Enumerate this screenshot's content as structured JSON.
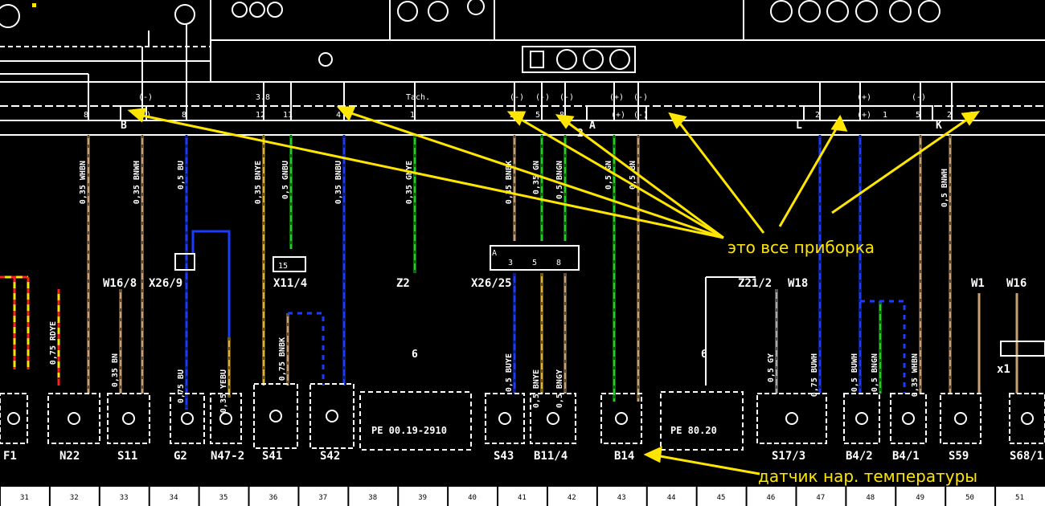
{
  "annotations": {
    "cluster_note": "это все приборка",
    "sensor_note": "датчик нар. температуры",
    "color": "#ffe600"
  },
  "connectors": {
    "B": "B",
    "A": "A",
    "L": "L",
    "K": "K",
    "num2": "2",
    "pins_top": [
      "8",
      "(-)",
      "8",
      "12",
      "11",
      "4",
      "1",
      "2",
      "5",
      "8",
      "(+)",
      "(-)",
      "2",
      "(+)",
      "1",
      "5",
      "2",
      "1"
    ],
    "labels_top": [
      "3.8",
      "Tach."
    ],
    "pin_polarity": [
      "(-)",
      "(-)",
      "(-)",
      "(-)",
      "(+)",
      "(-)",
      "(+)",
      "(-)"
    ]
  },
  "wires": [
    {
      "label": "0,35 WHBN",
      "color": "#c8a070"
    },
    {
      "label": "0,35 BNWH",
      "color": "#c8a070"
    },
    {
      "label": "0,5 BU",
      "color": "#1a3cff"
    },
    {
      "label": "0,35 BNYE",
      "color": "#e0b030"
    },
    {
      "label": "0,5 GNBU",
      "color": "#1fd01f"
    },
    {
      "label": "0,35 BNBU",
      "color": "#1a3cff"
    },
    {
      "label": "0,35 GNYE",
      "color": "#1fd01f"
    },
    {
      "label": "0,35 BNBK",
      "color": "#c8a070"
    },
    {
      "label": "0,35 GN",
      "color": "#1fd01f"
    },
    {
      "label": "0,5 BNGN",
      "color": "#1fd01f"
    },
    {
      "label": "0,5 GN",
      "color": "#1fd01f"
    },
    {
      "label": "0,5 BN",
      "color": "#c8a070"
    },
    {
      "label": "0,5 BNWH",
      "color": "#c8a070"
    },
    {
      "label": "0,75 RDYE",
      "color": "#ff2020"
    },
    {
      "label": "0,35 BN",
      "color": "#c8a070"
    },
    {
      "label": "0,75 BU",
      "color": "#1a3cff"
    },
    {
      "label": "0,35 YEBU",
      "color": "#e0b030"
    },
    {
      "label": "0,75 BNBK",
      "color": "#c8a070"
    },
    {
      "label": "0,5 BUYE",
      "color": "#1a3cff"
    },
    {
      "label": "0,5 BNYE",
      "color": "#e0b030"
    },
    {
      "label": "0,5 BNGY",
      "color": "#c8a070"
    },
    {
      "label": "0,5 GY",
      "color": "#aaaaaa"
    },
    {
      "label": "0,75 BUWH",
      "color": "#1a3cff"
    },
    {
      "label": "0,5 BUWH",
      "color": "#1a3cff"
    },
    {
      "label": "0,5 BNGN",
      "color": "#1fd01f"
    }
  ],
  "mid_labels": {
    "w16_8": "W16/8",
    "x26_9": "X26/9",
    "x11_4": "X11/4",
    "z2": "Z2",
    "x26_25": "X26/25",
    "z21_2": "Z21/2",
    "w18": "W18",
    "w1": "W1",
    "w16": "W16",
    "x1": "x1",
    "pin15": "15",
    "pin6a": "6",
    "pin6b": "6",
    "pinA": "A",
    "pins_x26_25": [
      "3",
      "5",
      "8"
    ]
  },
  "components": [
    "F1",
    "N22",
    "S11",
    "G2",
    "N47-2",
    "S41",
    "S42",
    "S43",
    "B11/4",
    "B14",
    "S17/3",
    "B4/2",
    "B4/1",
    "S59",
    "S68/1"
  ],
  "references": [
    "PE 00.19-2910",
    "PE 80.20"
  ],
  "grid_numbers": [
    "31",
    "32",
    "33",
    "34",
    "35",
    "36",
    "37",
    "38",
    "39",
    "40",
    "41",
    "42",
    "43",
    "44",
    "45",
    "46",
    "47",
    "48",
    "49",
    "50",
    "51"
  ]
}
